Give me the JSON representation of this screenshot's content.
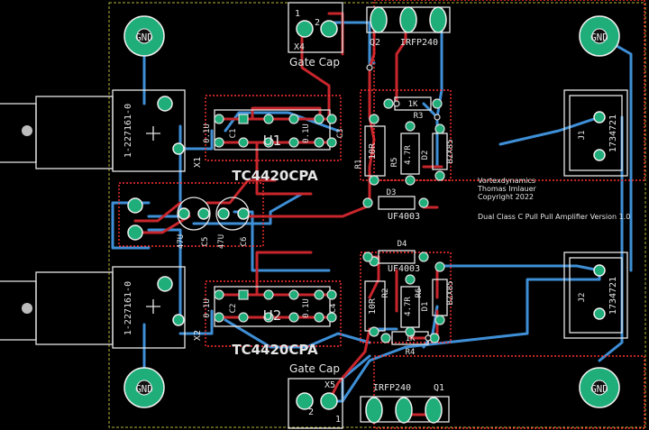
{
  "board": {
    "credits": [
      "Vortexdynamics",
      "Thomas Imlauer",
      "Copyright 2022"
    ],
    "board_title": "Dual Class C Pull Pull Amplifier Version 1.0"
  },
  "gate_cap_label": "Gate Cap",
  "connectors": {
    "X1": {
      "ref": "X1",
      "part": "1-227161-0"
    },
    "X2": {
      "ref": "X2",
      "part": "1-227161-0"
    },
    "X4": {
      "ref": "X4",
      "pins": [
        "1",
        "2"
      ]
    },
    "X5": {
      "ref": "X5",
      "pins": [
        "1",
        "2"
      ]
    },
    "J1": {
      "ref": "J1",
      "part": "1734721"
    },
    "J2": {
      "ref": "J2",
      "part": "1734721"
    }
  },
  "ics": {
    "U1": {
      "ref": "U1",
      "part": "TC4420CPA"
    },
    "U2": {
      "ref": "U2",
      "part": "TC4420CPA"
    }
  },
  "mosfets": {
    "Q1": {
      "ref": "Q1",
      "part": "IRFP240"
    },
    "Q2": {
      "ref": "Q2",
      "part": "IRFP240"
    }
  },
  "passives": {
    "C1": {
      "ref": "C1",
      "value": "0.1U"
    },
    "C2": {
      "ref": "C2",
      "value": "0.1U"
    },
    "C3": {
      "ref": "C3",
      "value": "0.1U"
    },
    "C4": {
      "ref": "C4",
      "value": "0.1U"
    },
    "C5": {
      "ref": "C5",
      "value": "47U"
    },
    "C6": {
      "ref": "C6",
      "value": "47U"
    },
    "R1": {
      "ref": "R1",
      "value": "10R"
    },
    "R2": {
      "ref": "R2",
      "value": "10R"
    },
    "R3": {
      "ref": "R3",
      "value": "1K"
    },
    "R4": {
      "ref": "R4",
      "value": "1K"
    },
    "R5": {
      "ref": "R5",
      "value": "4.7R"
    },
    "R6": {
      "ref": "R6",
      "value": "4.7R"
    },
    "D1": {
      "ref": "D1",
      "value": "BZX85"
    },
    "D2": {
      "ref": "D2",
      "value": "BZX85"
    },
    "D3": {
      "ref": "D3",
      "value": "UF4003"
    },
    "D4": {
      "ref": "D4",
      "value": "UF4003"
    }
  },
  "mounting_holes": [
    "GND",
    "GND",
    "GND",
    "GND"
  ],
  "colors": {
    "background": "#000000",
    "copper_front": "#c8262c",
    "copper_back": "#3e8fd6",
    "silkscreen": "#e6e6e6",
    "pad": "#1fae7a",
    "courtyard": "#ff2a2a",
    "edge_cuts": "#c8c800"
  }
}
